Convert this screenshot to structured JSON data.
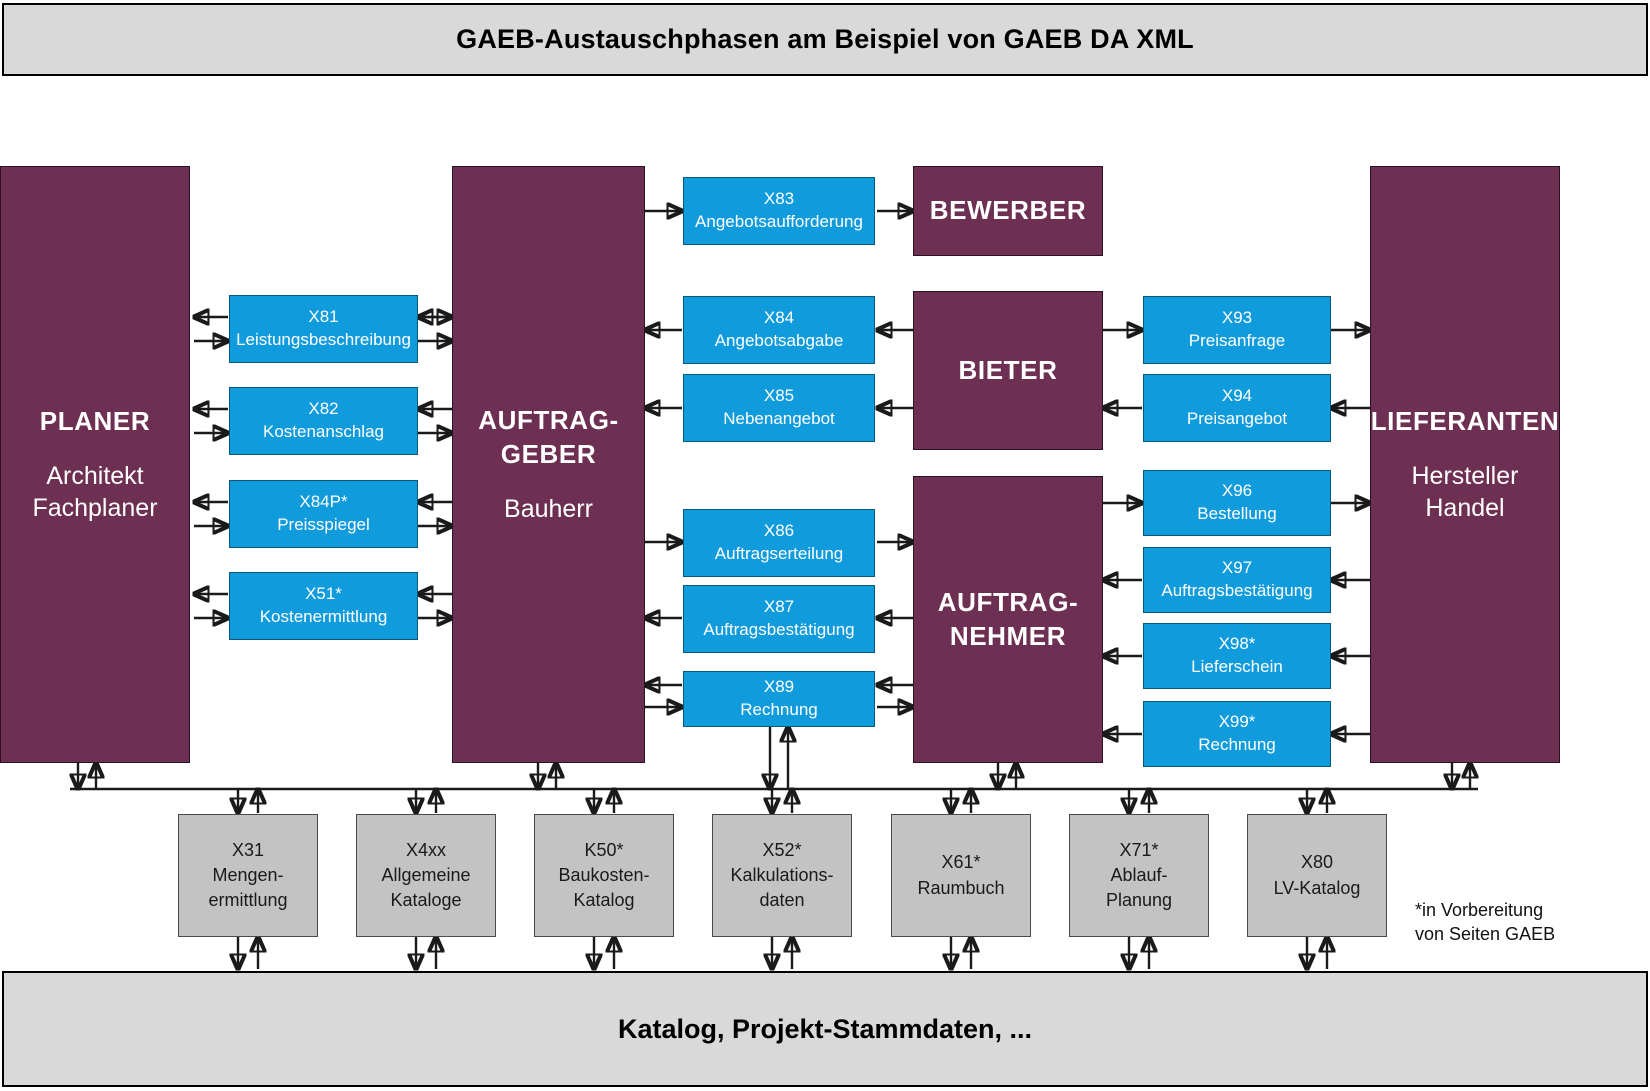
{
  "header": {
    "title": "GAEB-Austauschphasen am Beispiel von GAEB DA XML"
  },
  "footer": {
    "title": "Katalog, Projekt-Stammdaten, ..."
  },
  "footnote": {
    "line1": "*in Vorbereitung",
    "line2": "von Seiten GAEB"
  },
  "colors": {
    "actor": "#6d2f52",
    "message": "#109bdd",
    "data": "#c3c3c3",
    "bar": "#d9d9d9",
    "line": "#1a1a1a"
  },
  "actors": [
    {
      "id": "planer",
      "title": "PLANER",
      "sub": [
        "Architekt",
        "Fachplaner"
      ]
    },
    {
      "id": "auftraggeber",
      "title": "AUFTRAG-\nGEBER",
      "title_line1": "AUFTRAG-",
      "title_line2": "GEBER",
      "sub": [
        "Bauherr"
      ]
    },
    {
      "id": "bewerber",
      "title": "BEWERBER",
      "sub": []
    },
    {
      "id": "bieter",
      "title": "BIETER",
      "sub": []
    },
    {
      "id": "auftragnehmer",
      "title_line1": "AUFTRAG-",
      "title_line2": "NEHMER",
      "title": "AUFTRAG-NEHMER",
      "sub": []
    },
    {
      "id": "lieferanten",
      "title": "LIEFERANTEN",
      "sub": [
        "Hersteller",
        "Handel"
      ]
    }
  ],
  "messages": [
    {
      "id": "x81",
      "code": "X81",
      "name": "Leistungsbeschreibung"
    },
    {
      "id": "x82",
      "code": "X82",
      "name": "Kostenanschlag"
    },
    {
      "id": "x84p",
      "code": "X84P*",
      "name": "Preisspiegel"
    },
    {
      "id": "x51",
      "code": "X51*",
      "name": "Kostenermittlung"
    },
    {
      "id": "x83",
      "code": "X83",
      "name": "Angebotsaufforderung"
    },
    {
      "id": "x84",
      "code": "X84",
      "name": "Angebotsabgabe"
    },
    {
      "id": "x85",
      "code": "X85",
      "name": "Nebenangebot"
    },
    {
      "id": "x86",
      "code": "X86",
      "name": "Auftragserteilung"
    },
    {
      "id": "x87",
      "code": "X87",
      "name": "Auftragsbestätigung"
    },
    {
      "id": "x89",
      "code": "X89",
      "name": "Rechnung"
    },
    {
      "id": "x93",
      "code": "X93",
      "name": "Preisanfrage"
    },
    {
      "id": "x94",
      "code": "X94",
      "name": "Preisangebot"
    },
    {
      "id": "x96",
      "code": "X96",
      "name": "Bestellung"
    },
    {
      "id": "x97",
      "code": "X97",
      "name": "Auftragsbestätigung"
    },
    {
      "id": "x98",
      "code": "X98*",
      "name": "Lieferschein"
    },
    {
      "id": "x99",
      "code": "X99*",
      "name": "Rechnung"
    }
  ],
  "data_boxes": [
    {
      "id": "x31",
      "code": "X31",
      "lines": [
        "Mengen-",
        "ermittlung"
      ]
    },
    {
      "id": "x4xx",
      "code": "X4xx",
      "lines": [
        "Allgemeine",
        "Kataloge"
      ]
    },
    {
      "id": "k50",
      "code": "K50*",
      "lines": [
        "Baukosten-",
        "Katalog"
      ]
    },
    {
      "id": "x52",
      "code": "X52*",
      "lines": [
        "Kalkulations-",
        "daten"
      ]
    },
    {
      "id": "x61",
      "code": "X61*",
      "lines": [
        "Raumbuch"
      ]
    },
    {
      "id": "x71",
      "code": "X71*",
      "lines": [
        "Ablauf-",
        "Planung"
      ]
    },
    {
      "id": "x80",
      "code": "X80",
      "lines": [
        "LV-Katalog"
      ]
    }
  ]
}
